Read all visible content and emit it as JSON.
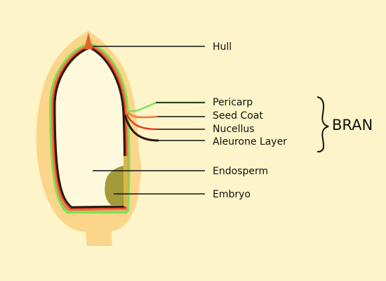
{
  "diagram": {
    "labels": {
      "hull": "Hull",
      "pericarp": "Pericarp",
      "seed_coat": "Seed Coat",
      "nucellus": "Nucellus",
      "aleurone": "Aleurone Layer",
      "endosperm": "Endosperm",
      "embryo": "Embryo"
    },
    "group_label": "BRAN",
    "colors": {
      "background": "#fdf5c9",
      "hull": "#fbd58a",
      "pericarp": "#7fe15a",
      "seed_coat": "#f07a3c",
      "nucellus": "#e23a2a",
      "aleurone": "#2a1a10",
      "endosperm": "#fef9dc",
      "embryo": "#a39a3a"
    }
  }
}
